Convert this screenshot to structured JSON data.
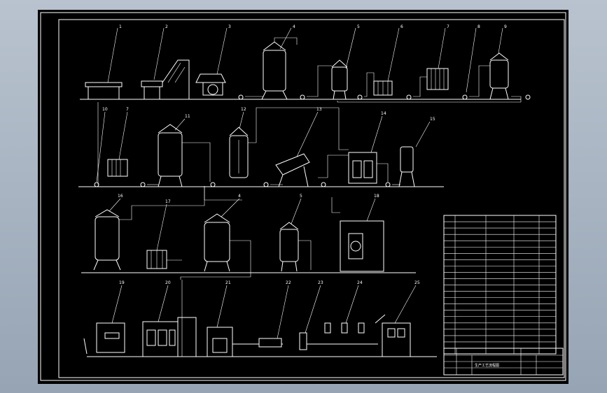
{
  "drawing": {
    "callouts": [
      "1",
      "2",
      "3",
      "4",
      "5",
      "6",
      "7",
      "8",
      "9",
      "10",
      "7",
      "11",
      "12",
      "13",
      "14",
      "15",
      "16",
      "17",
      "4",
      "5",
      "18",
      "19",
      "20",
      "21",
      "22",
      "23",
      "24",
      "25"
    ],
    "title_cell": "生产工艺流程图"
  },
  "parts_table": {
    "rows": 21
  }
}
